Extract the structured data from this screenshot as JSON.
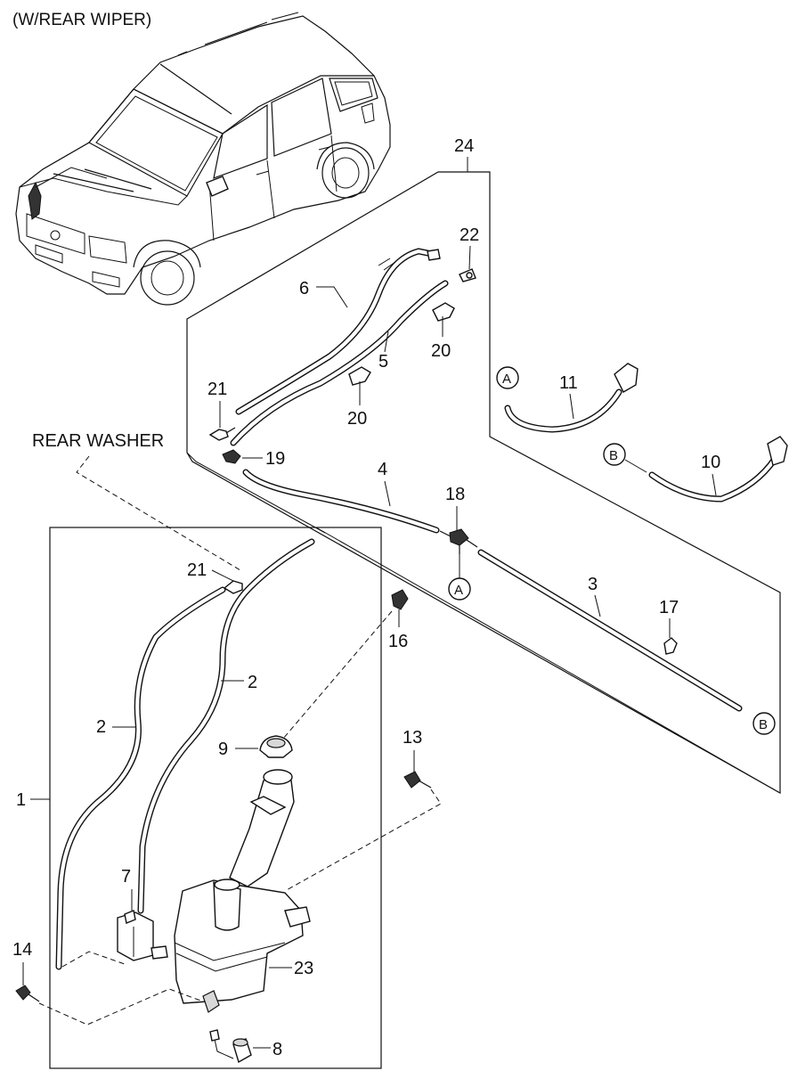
{
  "header": {
    "title": "(W/REAR WIPER)"
  },
  "labels": {
    "rear_washer": "REAR WASHER",
    "p1": "1",
    "p2a": "2",
    "p2b": "2",
    "p3": "3",
    "p4": "4",
    "p5": "5",
    "p6": "6",
    "p7": "7",
    "p8": "8",
    "p9": "9",
    "p10": "10",
    "p11": "11",
    "p13": "13",
    "p14": "14",
    "p16": "16",
    "p17": "17",
    "p18": "18",
    "p19": "19",
    "p20a": "20",
    "p20b": "20",
    "p21a": "21",
    "p21b": "21",
    "p22": "22",
    "p23": "23",
    "p24": "24"
  },
  "connectors": {
    "a": "A",
    "b": "B"
  },
  "icons": [
    "vehicle-suv-illustration",
    "washer-reservoir",
    "washer-pump",
    "washer-nozzle",
    "hose-connector",
    "bolt",
    "clip"
  ]
}
